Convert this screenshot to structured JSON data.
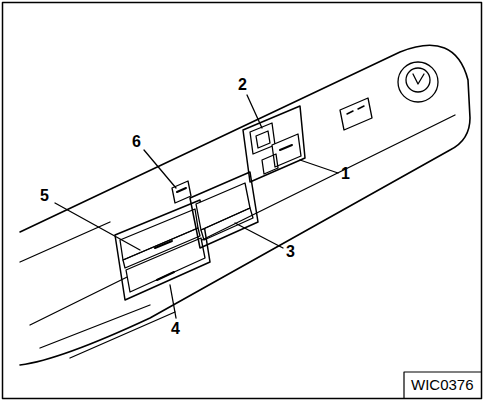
{
  "diagram": {
    "labels": [
      "2",
      "6",
      "5",
      "1",
      "3",
      "4",
      "WIC0376"
    ]
  }
}
